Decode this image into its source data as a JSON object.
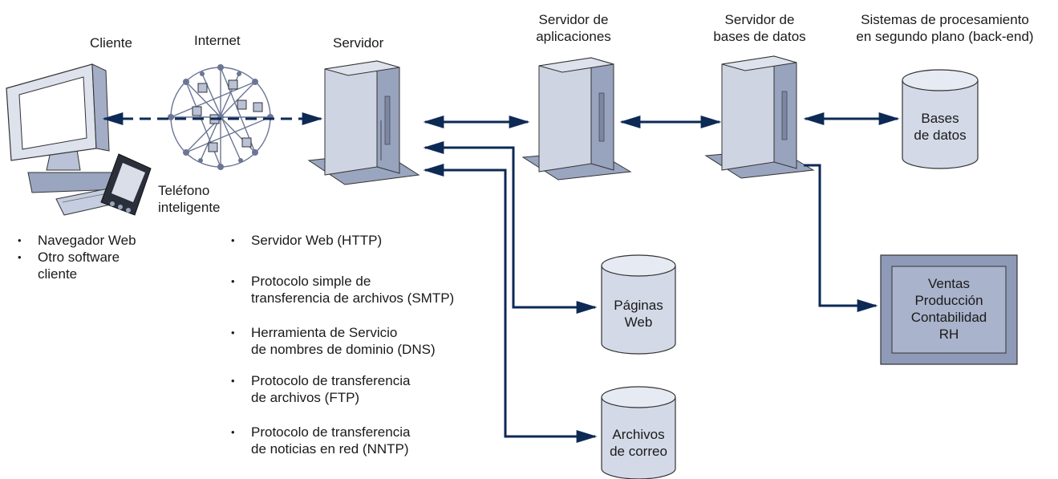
{
  "colors": {
    "line": "#0d2a55",
    "server_face": "#ced4e2",
    "server_side": "#98a3be",
    "server_base": "#9aa5bf",
    "db_fill": "#d3d9e7",
    "box_fill": "#9ea9c4"
  },
  "headers": {
    "client": "Cliente",
    "internet": "Internet",
    "server": "Servidor",
    "app_server": [
      "Servidor de",
      "aplicaciones"
    ],
    "db_server": [
      "Servidor de",
      "bases de datos"
    ],
    "backend": [
      "Sistemas de procesamiento",
      "en segundo plano (back-end)"
    ]
  },
  "labels": {
    "smartphone": [
      "Teléfono",
      "inteligente"
    ]
  },
  "client_list": {
    "item1": "Navegador Web",
    "item2": [
      "Otro software",
      "cliente"
    ]
  },
  "server_list": {
    "item1": "Servidor Web (HTTP)",
    "item2": [
      "Protocolo simple de",
      "transferencia de archivos (SMTP)"
    ],
    "item3": [
      "Herramienta de Servicio",
      "de nombres de dominio (DNS)"
    ],
    "item4": [
      "Protocolo de transferencia",
      "de archivos (FTP)"
    ],
    "item5": [
      "Protocolo de transferencia",
      "de noticias en red (NNTP)"
    ]
  },
  "databases": {
    "backend_db": [
      "Bases",
      "de datos"
    ],
    "web_pages": [
      "Páginas",
      "Web"
    ],
    "mail_files": [
      "Archivos",
      "de correo"
    ]
  },
  "backend_box": [
    "Ventas",
    "Producción",
    "Contabilidad",
    "RH"
  ]
}
